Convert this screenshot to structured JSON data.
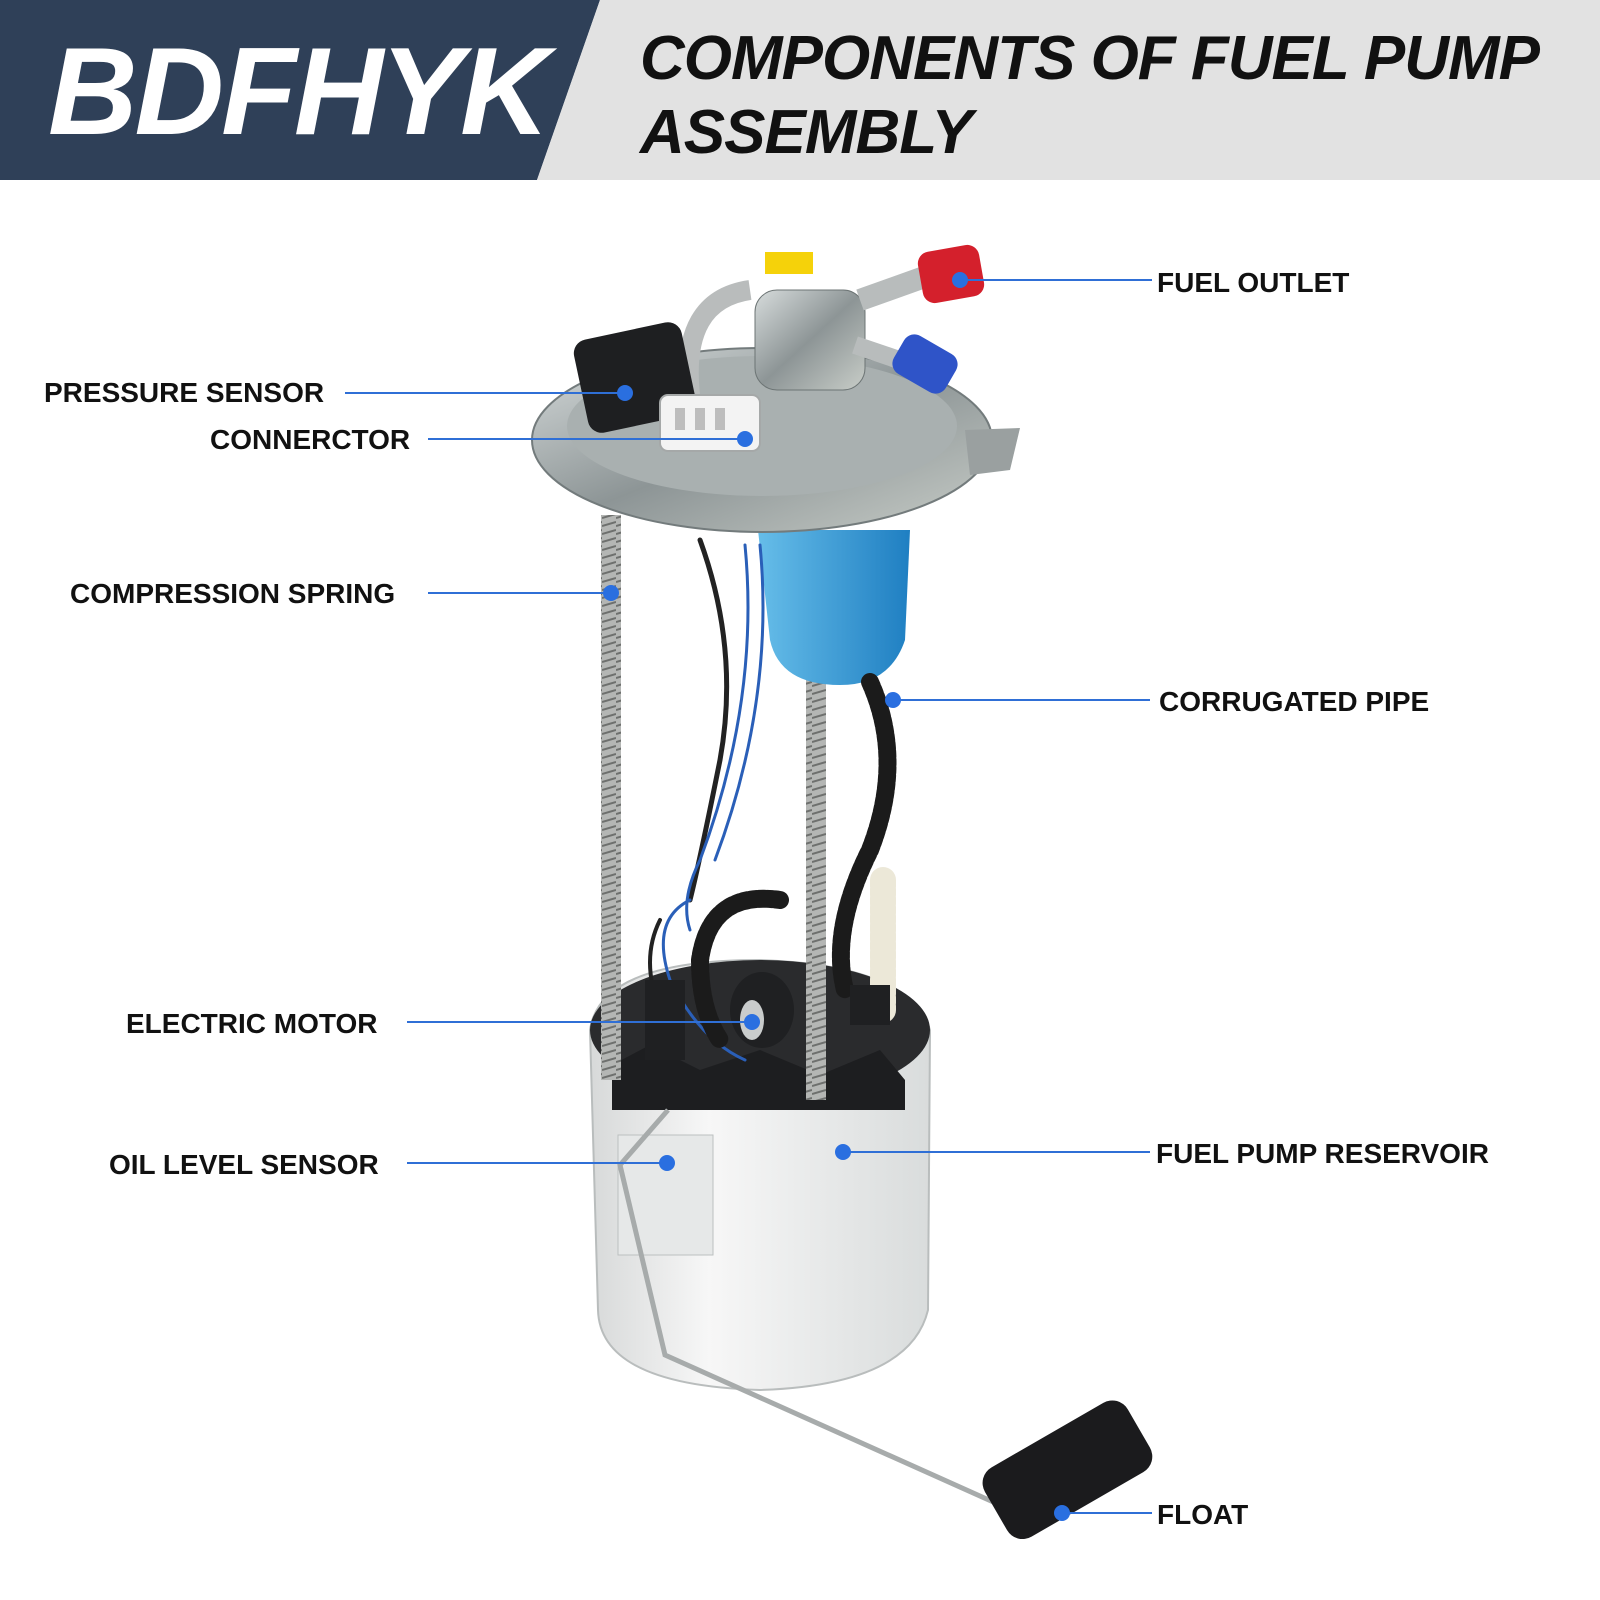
{
  "header": {
    "brand": "BDFHYK",
    "title_line1": "COMPONENTS OF FUEL PUMP",
    "title_line2": "ASSEMBLY"
  },
  "colors": {
    "brand_bg": "#2f4058",
    "title_bg": "#e2e2e2",
    "leader_line": "#2f6fd6",
    "dot": "#2a6fe0",
    "reservoir": "#eceeee",
    "flange": "#9aa3a6",
    "filter_blue": "#3ea0d8",
    "cap_red": "#d4202c",
    "cap_blue": "#2f54c8",
    "cap_yellow": "#f5d20a"
  },
  "labels": {
    "fuel_outlet": "FUEL OUTLET",
    "pressure_sensor": "PRESSURE SENSOR",
    "connector": "CONNERCTOR",
    "compression_spring": "COMPRESSION SPRING",
    "corrugated_pipe": "CORRUGATED PIPE",
    "electric_motor": "ELECTRIC MOTOR",
    "oil_level_sensor": "OIL LEVEL SENSOR",
    "fuel_pump_reservoir": "FUEL PUMP RESERVOIR",
    "float": "FLOAT"
  }
}
